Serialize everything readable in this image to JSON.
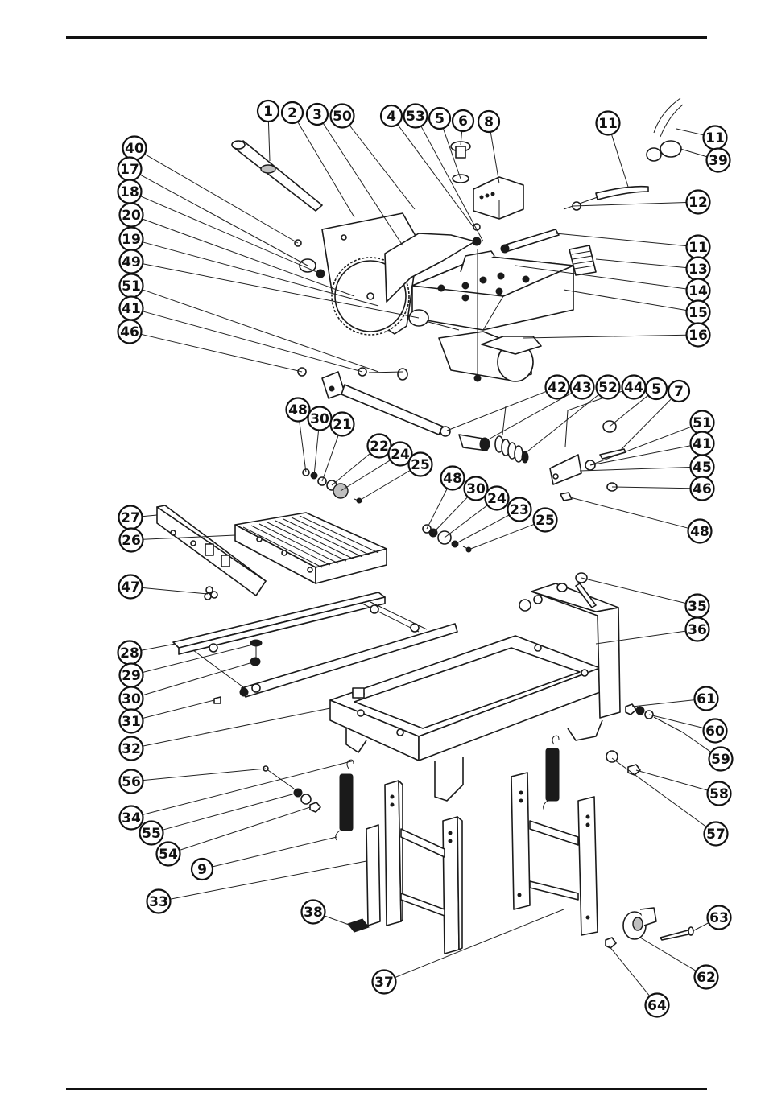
{
  "diagram": {
    "callouts": [
      {
        "id": "c1",
        "label": "1"
      },
      {
        "id": "c2",
        "label": "2"
      },
      {
        "id": "c3",
        "label": "3"
      },
      {
        "id": "c50",
        "label": "50"
      },
      {
        "id": "c4",
        "label": "4"
      },
      {
        "id": "c53",
        "label": "53"
      },
      {
        "id": "c5a",
        "label": "5"
      },
      {
        "id": "c6",
        "label": "6"
      },
      {
        "id": "c8",
        "label": "8"
      },
      {
        "id": "c11a",
        "label": "11"
      },
      {
        "id": "c11b",
        "label": "11"
      },
      {
        "id": "c39",
        "label": "39"
      },
      {
        "id": "c40",
        "label": "40"
      },
      {
        "id": "c17",
        "label": "17"
      },
      {
        "id": "c18",
        "label": "18"
      },
      {
        "id": "c20",
        "label": "20"
      },
      {
        "id": "c19",
        "label": "19"
      },
      {
        "id": "c49",
        "label": "49"
      },
      {
        "id": "c51a",
        "label": "51"
      },
      {
        "id": "c41a",
        "label": "41"
      },
      {
        "id": "c46a",
        "label": "46"
      },
      {
        "id": "c12",
        "label": "12"
      },
      {
        "id": "c11c",
        "label": "11"
      },
      {
        "id": "c13",
        "label": "13"
      },
      {
        "id": "c14",
        "label": "14"
      },
      {
        "id": "c15",
        "label": "15"
      },
      {
        "id": "c16",
        "label": "16"
      },
      {
        "id": "c42",
        "label": "42"
      },
      {
        "id": "c43",
        "label": "43"
      },
      {
        "id": "c52",
        "label": "52"
      },
      {
        "id": "c44",
        "label": "44"
      },
      {
        "id": "c5b",
        "label": "5"
      },
      {
        "id": "c7",
        "label": "7"
      },
      {
        "id": "c48a",
        "label": "48"
      },
      {
        "id": "c30a",
        "label": "30"
      },
      {
        "id": "c21",
        "label": "21"
      },
      {
        "id": "c22",
        "label": "22"
      },
      {
        "id": "c24a",
        "label": "24"
      },
      {
        "id": "c25a",
        "label": "25"
      },
      {
        "id": "c51b",
        "label": "51"
      },
      {
        "id": "c41b",
        "label": "41"
      },
      {
        "id": "c45",
        "label": "45"
      },
      {
        "id": "c46b",
        "label": "46"
      },
      {
        "id": "c48b",
        "label": "48"
      },
      {
        "id": "c48c",
        "label": "48"
      },
      {
        "id": "c30b",
        "label": "30"
      },
      {
        "id": "c24b",
        "label": "24"
      },
      {
        "id": "c23",
        "label": "23"
      },
      {
        "id": "c25b",
        "label": "25"
      },
      {
        "id": "c27",
        "label": "27"
      },
      {
        "id": "c26",
        "label": "26"
      },
      {
        "id": "c47",
        "label": "47"
      },
      {
        "id": "c35",
        "label": "35"
      },
      {
        "id": "c36",
        "label": "36"
      },
      {
        "id": "c28",
        "label": "28"
      },
      {
        "id": "c29",
        "label": "29"
      },
      {
        "id": "c30c",
        "label": "30"
      },
      {
        "id": "c31",
        "label": "31"
      },
      {
        "id": "c32",
        "label": "32"
      },
      {
        "id": "c61",
        "label": "61"
      },
      {
        "id": "c60",
        "label": "60"
      },
      {
        "id": "c59",
        "label": "59"
      },
      {
        "id": "c58",
        "label": "58"
      },
      {
        "id": "c57",
        "label": "57"
      },
      {
        "id": "c56",
        "label": "56"
      },
      {
        "id": "c34",
        "label": "34"
      },
      {
        "id": "c55",
        "label": "55"
      },
      {
        "id": "c54",
        "label": "54"
      },
      {
        "id": "c9",
        "label": "9"
      },
      {
        "id": "c33",
        "label": "33"
      },
      {
        "id": "c38",
        "label": "38"
      },
      {
        "id": "c37",
        "label": "37"
      },
      {
        "id": "c63",
        "label": "63"
      },
      {
        "id": "c62",
        "label": "62"
      },
      {
        "id": "c64",
        "label": "64"
      }
    ]
  }
}
